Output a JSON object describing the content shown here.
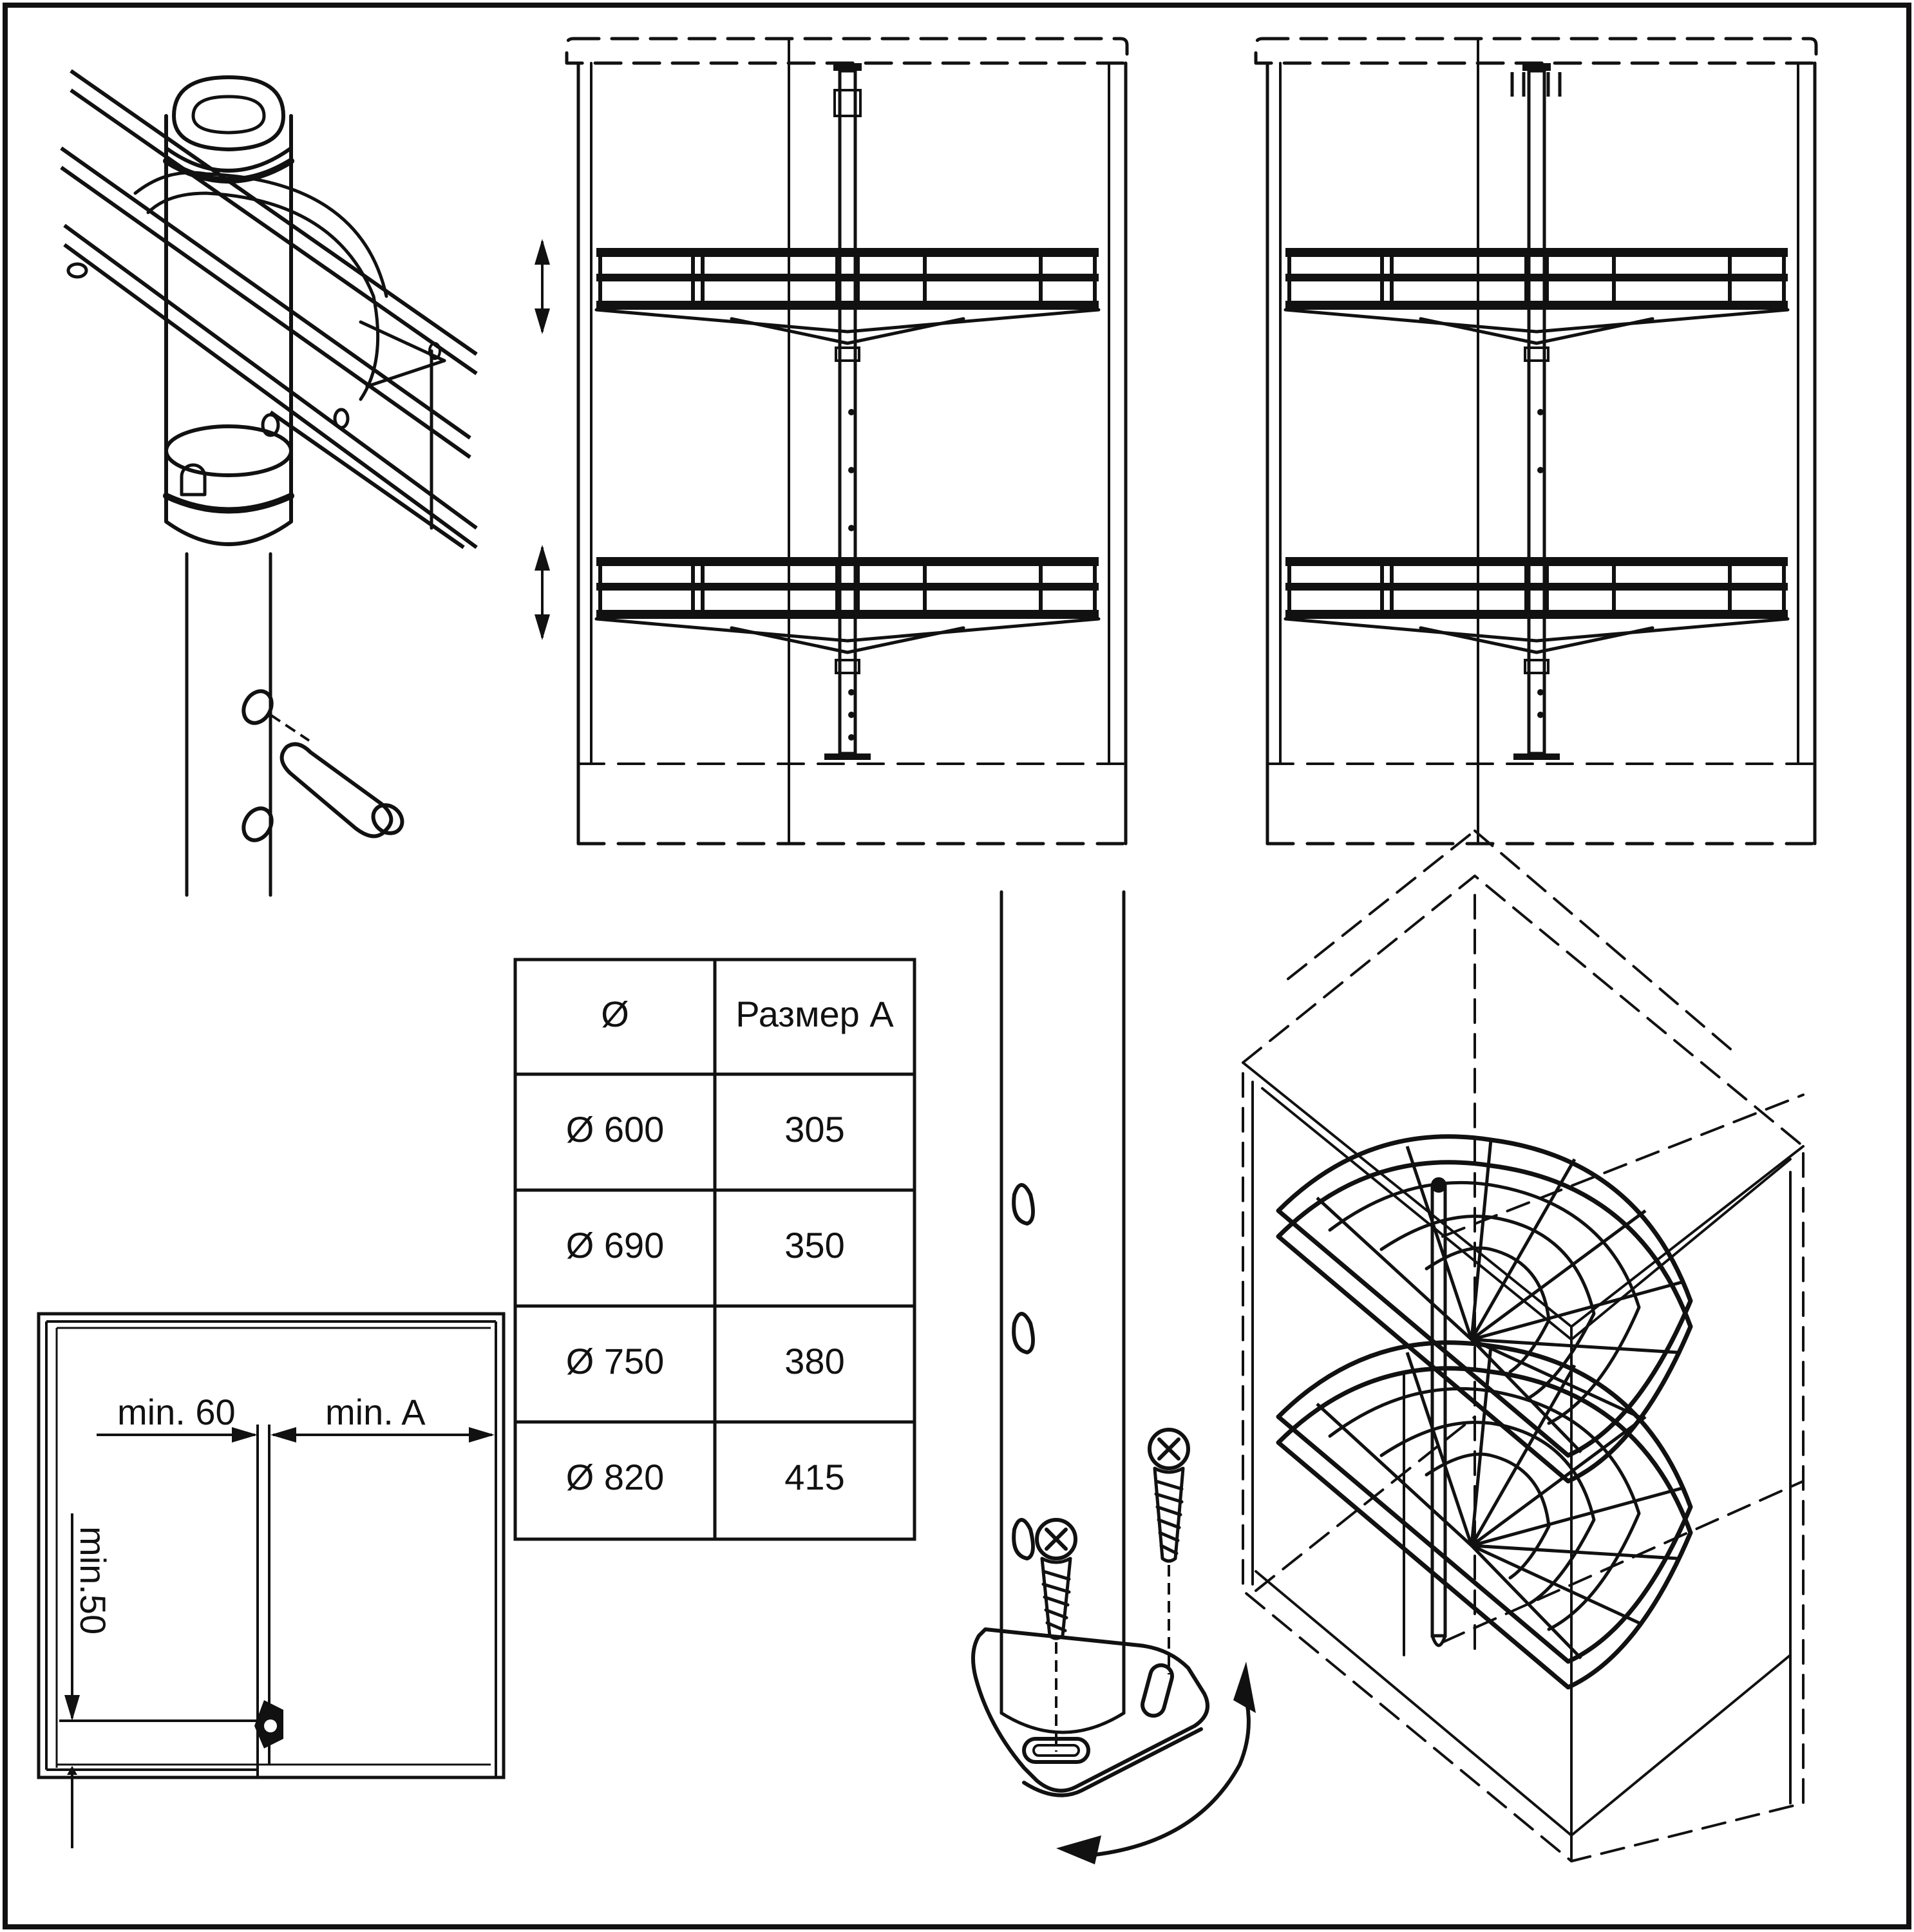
{
  "table": {
    "headers": [
      "Ø",
      "Размер А"
    ],
    "rows": [
      [
        "Ø 600",
        "305"
      ],
      [
        "Ø 690",
        "350"
      ],
      [
        "Ø 750",
        "380"
      ],
      [
        "Ø 820",
        "415"
      ]
    ]
  },
  "dimensions": {
    "min_60": "min. 60",
    "min_a": "min. A",
    "min_50": "min.50"
  },
  "colors": {
    "line": "#111111",
    "background": "#ffffff"
  }
}
